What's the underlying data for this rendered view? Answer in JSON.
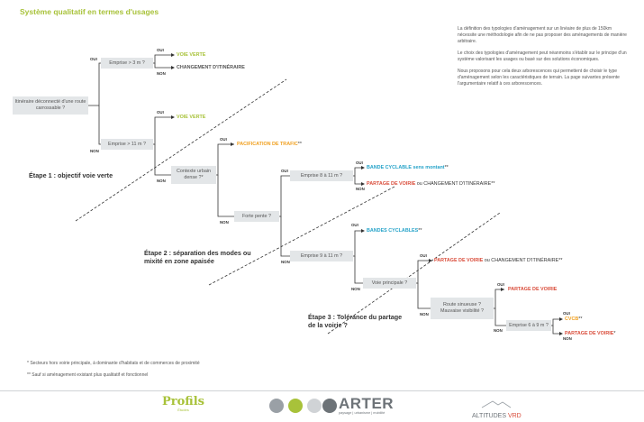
{
  "title": "Système qualitatif en termes d'usages",
  "intro": [
    "La définition des typologies d'aménagement sur un linéaire de plus de 150km nécessite une méthodologie afin de ne pas proposer des aménagements de manière arbitraire.",
    "Le choix des typologies d'aménagement peut néanmoins s'établir sur le principe d'un système valorisant les usages ou basé sur des solutions économiques.",
    "Nous proposons pour cela deux arborescences qui permettent de choisir le type d'aménagement selon les caractéristiques de terrain. La page suivantes présente l'argumentaire relatif à ces arborescences."
  ],
  "nodes": {
    "root": "Itinéraire déconnecté d'une route carrossable ?",
    "emprise3": "Emprise > 3 m ?",
    "emprise11": "Emprise > 11 m ?",
    "contexte": "Contexte urbain dense ?*",
    "emprise8_11": "Emprise 8 à 11 m ?",
    "forte_pente": "Forte pente ?",
    "emprise9_11": "Emprise 9 à 11 m ?",
    "voie_principale": "Voie principale ?",
    "route_sinueuse": "Route sinueuse ?",
    "mauvaise_visibilite": "Mauvaise visibilité ?",
    "emprise6_9": "Emprise 6 à 9 m ?"
  },
  "results": {
    "voie_verte_1": "VOIE VERTE",
    "changement_1": "CHANGEMENT D'ITINÉRAIRE",
    "voie_verte_2": "VOIE VERTE",
    "pacification": "PACIFICATION DE TRAFIC",
    "pacification_mark": "**",
    "bande_cyclable": "BANDE CYCLABLE sens montant",
    "bande_cyclable_mark": "**",
    "partage_1": "PARTAGE DE VOIRIE",
    "partage_1_rest": " ou CHANGEMENT D'ITINÉRAIRE",
    "partage_1_mark": "**",
    "bandes_cyclables": "BANDES CYCLABLES",
    "bandes_cyclables_mark": "**",
    "partage_2": "PARTAGE DE VOIRIE",
    "partage_2_rest": " ou CHANGEMENT D'ITINÉRAIRE",
    "partage_2_mark": "**",
    "partage_3": "PARTAGE DE VOIRIE",
    "cvcb": "CVCB",
    "cvcb_mark": "**",
    "partage_4": "PARTAGE DE VOIRIE",
    "partage_4_mark": "*"
  },
  "labels": {
    "oui": "OUI",
    "non": "NON"
  },
  "stages": {
    "etape1": "Étape 1 : objectif voie verte",
    "etape2": "Étape 2 : séparation des modes ou mixité en zone apaisée",
    "etape3": "Étape 3 : Tolérance du partage de la voirie ?"
  },
  "notes": {
    "note1": "* Secteurs hors voirie principale, à dominante d'habitats et de commerces de proximité",
    "note2": "** Sauf si aménagement existant plus qualitatif et fonctionnel"
  },
  "footer": {
    "profils": "Profils",
    "profils_sub": "Études",
    "arter": "ARTER",
    "arter_sub": "paysage | urbanisme | mobilité",
    "altitudes": "ALTITUDES",
    "altitudes_vrd": "VRD"
  },
  "colors": {
    "green": "#a8c23a",
    "orange": "#f0a020",
    "blue": "#26a3c9",
    "red": "#d94c3a",
    "box": "#e3e6e8"
  }
}
